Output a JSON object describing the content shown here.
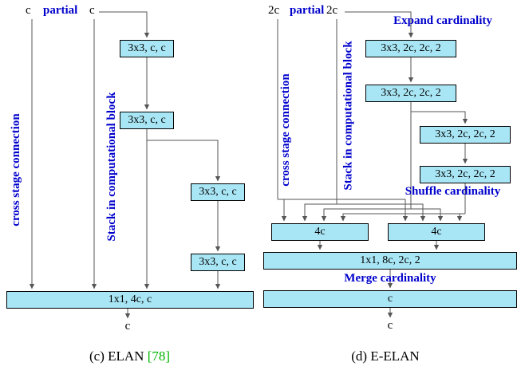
{
  "colors": {
    "box_fill": "#a9e6f5",
    "box_border": "#000000",
    "label_blue": "#0000cc",
    "citation_green": "#00b400",
    "wire": "#555555"
  },
  "elan": {
    "input_left": "c",
    "partial_label": "partial",
    "input_right": "c",
    "cross_stage_label": "cross stage connection",
    "stack_label": "Stack in computational block",
    "conv_boxes": [
      "3x3, c, c",
      "3x3, c, c",
      "3x3, c, c",
      "3x3, c, c"
    ],
    "merge_box": "1x1, 4c, c",
    "output": "c",
    "caption": "(c) ELAN",
    "caption_cite": "[78]"
  },
  "eelan": {
    "input_left": "2c",
    "partial_label": "partial",
    "input_right": "2c",
    "expand_label": "Expand cardinality",
    "cross_stage_label": "cross stage connection",
    "stack_label": "Stack in computational block",
    "conv_boxes": [
      "3x3, 2c, 2c, 2",
      "3x3, 2c, 2c, 2",
      "3x3, 2c, 2c, 2",
      "3x3, 2c, 2c, 2"
    ],
    "shuffle_label": "Shuffle cardinality",
    "group_boxes": [
      "4c",
      "4c"
    ],
    "merge_conv_box": "1x1, 8c, 2c, 2",
    "merge_label": "Merge cardinality",
    "final_box": "c",
    "output": "c",
    "caption": "(d) E-ELAN"
  }
}
